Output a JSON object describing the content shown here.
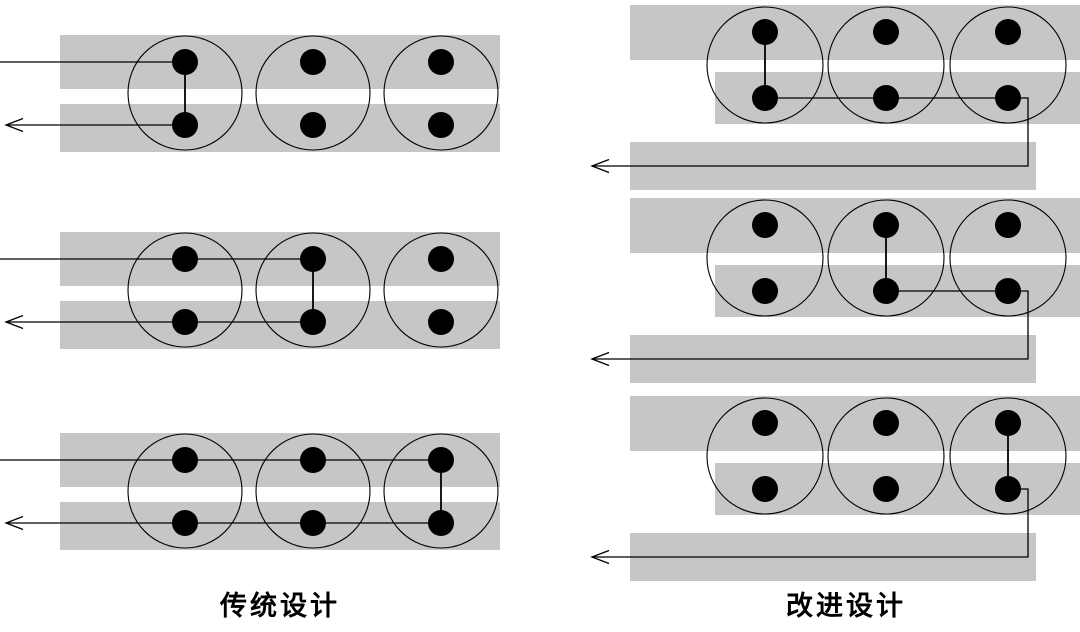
{
  "figure": {
    "background": "#ffffff",
    "bar_color": "#c6c6c6",
    "line_color": "#000000",
    "dot_color": "#000000"
  },
  "panels": [
    {
      "id": "traditional",
      "label": "传统设计",
      "layout": "straight-parallel-bus",
      "arrow_direction": "left",
      "groups": [
        {
          "fuse_count": 3,
          "connected_fuse": 1
        },
        {
          "fuse_count": 3,
          "connected_fuse": 2
        },
        {
          "fuse_count": 3,
          "connected_fuse": 3
        }
      ]
    },
    {
      "id": "improved",
      "label": "改进设计",
      "layout": "folded-return-bus",
      "arrow_direction": "left",
      "groups": [
        {
          "fuse_count": 3,
          "connected_fuse": 1
        },
        {
          "fuse_count": 3,
          "connected_fuse": 2
        },
        {
          "fuse_count": 3,
          "connected_fuse": 3
        }
      ]
    }
  ]
}
